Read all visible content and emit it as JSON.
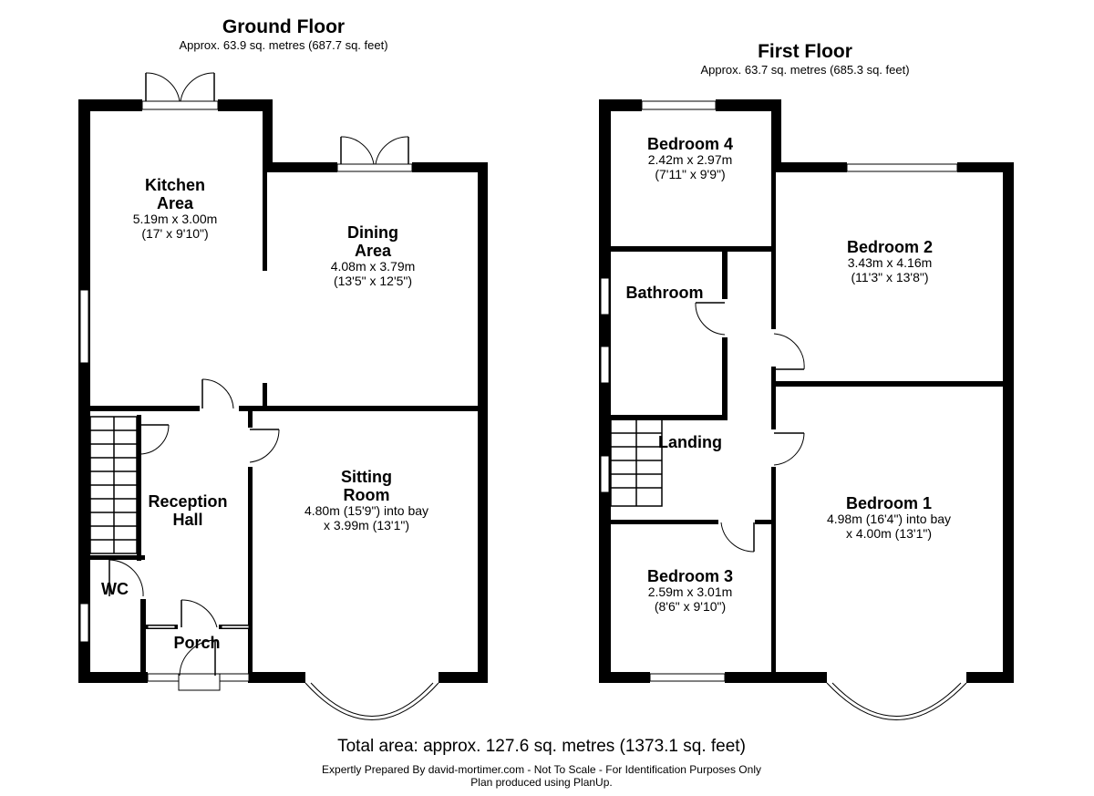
{
  "ground_floor": {
    "title": "Ground Floor",
    "area": "Approx. 63.9 sq. metres (687.7 sq. feet)",
    "rooms": {
      "kitchen": {
        "name": "Kitchen\nArea",
        "dims": "5.19m x 3.00m\n(17' x 9'10\")"
      },
      "dining": {
        "name": "Dining\nArea",
        "dims": "4.08m x 3.79m\n(13'5\" x 12'5\")"
      },
      "sitting": {
        "name": "Sitting\nRoom",
        "dims": "4.80m (15'9\") into bay\nx 3.99m (13'1\")"
      },
      "reception": {
        "name": "Reception\nHall",
        "dims": ""
      },
      "wc": {
        "name": "WC",
        "dims": ""
      },
      "porch": {
        "name": "Porch",
        "dims": ""
      }
    }
  },
  "first_floor": {
    "title": "First Floor",
    "area": "Approx. 63.7 sq. metres (685.3 sq. feet)",
    "rooms": {
      "bedroom4": {
        "name": "Bedroom 4",
        "dims": "2.42m x 2.97m\n(7'11\" x 9'9\")"
      },
      "bedroom2": {
        "name": "Bedroom 2",
        "dims": "3.43m x 4.16m\n(11'3\" x 13'8\")"
      },
      "bathroom": {
        "name": "Bathroom",
        "dims": ""
      },
      "landing": {
        "name": "Landing",
        "dims": ""
      },
      "bedroom1": {
        "name": "Bedroom 1",
        "dims": "4.98m (16'4\") into bay\nx 4.00m (13'1\")"
      },
      "bedroom3": {
        "name": "Bedroom 3",
        "dims": "2.59m x 3.01m\n(8'6\" x 9'10\")"
      }
    }
  },
  "total_area": "Total area: approx. 127.6 sq. metres (1373.1 sq. feet)",
  "credit_line1": "Expertly Prepared By david-mortimer.com - Not To Scale - For Identification Purposes Only",
  "credit_line2": "Plan produced using PlanUp.",
  "colors": {
    "wall": "#000000",
    "background": "#ffffff",
    "window": "#ffffff"
  }
}
